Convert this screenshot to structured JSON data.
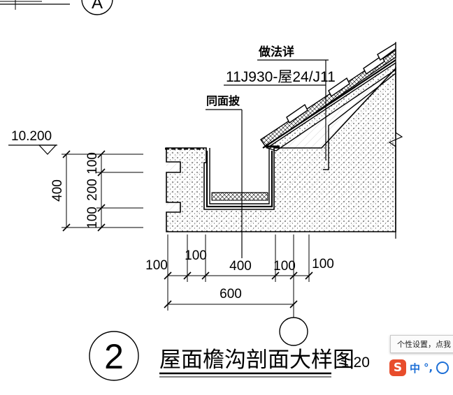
{
  "drawing": {
    "title": "屋面檐沟剖面大样图",
    "scale": "1:20",
    "detail_number": "2",
    "top_axis_label": "A",
    "elevation": "10.200",
    "note_method": "做法详",
    "note_reference": "11J930-屋24/J11",
    "note_slope": "同面披",
    "dims_vertical": [
      "400",
      "100",
      "200",
      "100"
    ],
    "dims_horizontal": [
      "100",
      "100",
      "400",
      "100",
      "100"
    ],
    "dim_overall": "600"
  },
  "ime": {
    "tooltip": "个性设置，点我",
    "logo": "S",
    "lang": "中",
    "punct": "°,"
  }
}
